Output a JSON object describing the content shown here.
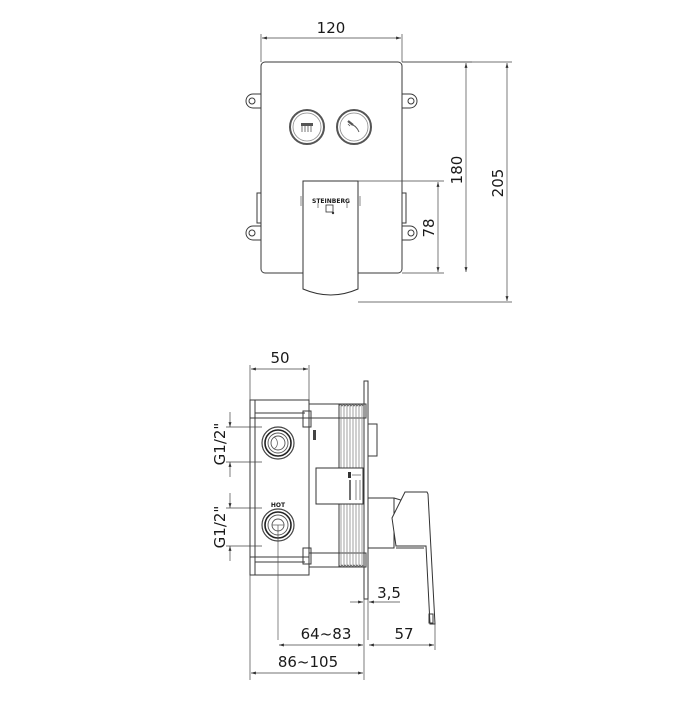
{
  "front_view": {
    "width_dimension": "120",
    "plate_height_dimension": "180",
    "overall_height_dimension": "205",
    "handle_height_dimension": "78",
    "buttons": [
      {
        "icon": "shower-head-icon"
      },
      {
        "icon": "hand-shower-icon"
      }
    ],
    "handle_brand_text": "STEINBERG"
  },
  "side_view": {
    "body_depth_dimension": "50",
    "inlet_top_thread": "G1/2\"",
    "inlet_bottom_thread": "G1/2\"",
    "inlet_bottom_label": "HOT",
    "plate_thickness_dimension": "3,5",
    "install_depth_inner_dimension": "64~83",
    "install_depth_outer_dimension": "86~105",
    "handle_projection_dimension": "57"
  },
  "colors": {
    "line": "#3a3a3a",
    "background": "#ffffff"
  }
}
